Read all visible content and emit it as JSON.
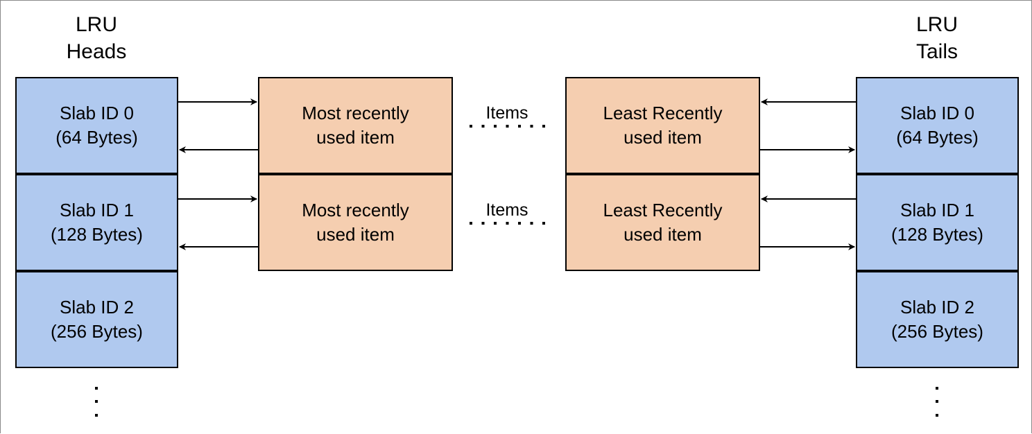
{
  "heads": {
    "title_line1": "LRU",
    "title_line2": "Heads",
    "slabs": [
      {
        "line1": "Slab ID 0",
        "line2": "(64 Bytes)"
      },
      {
        "line1": "Slab ID 1",
        "line2": "(128 Bytes)"
      },
      {
        "line1": "Slab ID 2",
        "line2": "(256 Bytes)"
      }
    ]
  },
  "tails": {
    "title_line1": "LRU",
    "title_line2": "Tails",
    "slabs": [
      {
        "line1": "Slab ID 0",
        "line2": "(64 Bytes)"
      },
      {
        "line1": "Slab ID 1",
        "line2": "(128 Bytes)"
      },
      {
        "line1": "Slab ID 2",
        "line2": "(256 Bytes)"
      }
    ]
  },
  "rows": [
    {
      "most_recent": {
        "line1": "Most recently",
        "line2": "used item"
      },
      "items_label": "Items",
      "least_recent": {
        "line1": "Least Recently",
        "line2": "used item"
      }
    },
    {
      "most_recent": {
        "line1": "Most recently",
        "line2": "used item"
      },
      "items_label": "Items",
      "least_recent": {
        "line1": "Least Recently",
        "line2": "used item"
      }
    }
  ],
  "colors": {
    "slab_fill": "#b0c9ef",
    "item_fill": "#f5ceb0",
    "stroke": "#000000"
  }
}
